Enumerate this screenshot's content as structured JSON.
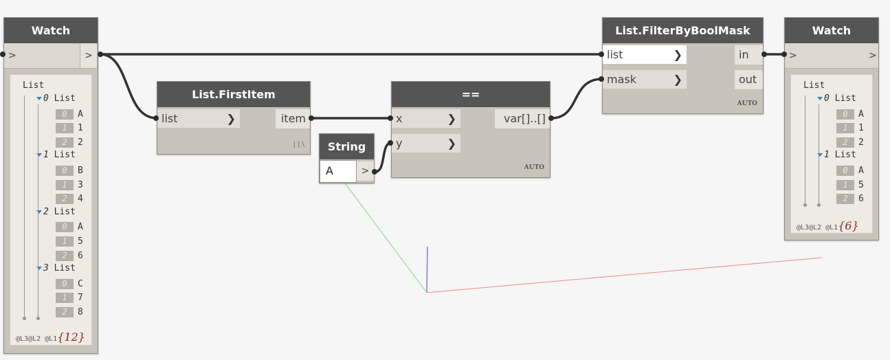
{
  "colors": {
    "wire": "#333333",
    "axis_x": "#e98a8a",
    "axis_y": "#7f7fdb",
    "axis_z": "#8ccd8c",
    "title_bg": "#555555",
    "node_bg": "#c8c4bc",
    "count": "#9b1c1c"
  },
  "watch_left": {
    "title": "Watch",
    "in_label": ">",
    "out_label": ">",
    "root": "List",
    "groups": [
      {
        "index": "0",
        "label": "List",
        "items": [
          {
            "i": "0",
            "v": "A"
          },
          {
            "i": "1",
            "v": "1"
          },
          {
            "i": "2",
            "v": "2"
          }
        ]
      },
      {
        "index": "1",
        "label": "List",
        "items": [
          {
            "i": "0",
            "v": "B"
          },
          {
            "i": "1",
            "v": "3"
          },
          {
            "i": "2",
            "v": "4"
          }
        ]
      },
      {
        "index": "2",
        "label": "List",
        "items": [
          {
            "i": "0",
            "v": "A"
          },
          {
            "i": "1",
            "v": "5"
          },
          {
            "i": "2",
            "v": "6"
          }
        ]
      },
      {
        "index": "3",
        "label": "List",
        "items": [
          {
            "i": "0",
            "v": "C"
          },
          {
            "i": "1",
            "v": "7"
          },
          {
            "i": "2",
            "v": "8"
          }
        ]
      }
    ],
    "levels": "@L3@L2 @L1",
    "count": "{12}"
  },
  "first_item": {
    "title": "List.FirstItem",
    "in_port": "list",
    "out_port": "item",
    "lacing": "| | \\"
  },
  "string_node": {
    "title": "String",
    "value": "A",
    "out_label": ">"
  },
  "equals": {
    "title": "==",
    "in_x": "x",
    "in_y": "y",
    "out_port": "var[]..[]",
    "lacing": "AUTO"
  },
  "filter": {
    "title": "List.FilterByBoolMask",
    "in_list": "list",
    "in_mask": "mask",
    "out_in": "in",
    "out_out": "out",
    "lacing": "AUTO"
  },
  "watch_right": {
    "title": "Watch",
    "in_label": ">",
    "out_label": ">",
    "root": "List",
    "groups": [
      {
        "index": "0",
        "label": "List",
        "items": [
          {
            "i": "0",
            "v": "A"
          },
          {
            "i": "1",
            "v": "1"
          },
          {
            "i": "2",
            "v": "2"
          }
        ]
      },
      {
        "index": "1",
        "label": "List",
        "items": [
          {
            "i": "0",
            "v": "A"
          },
          {
            "i": "1",
            "v": "5"
          },
          {
            "i": "2",
            "v": "6"
          }
        ]
      }
    ],
    "levels": "@L3@L2 @L1",
    "count": "{6}"
  }
}
